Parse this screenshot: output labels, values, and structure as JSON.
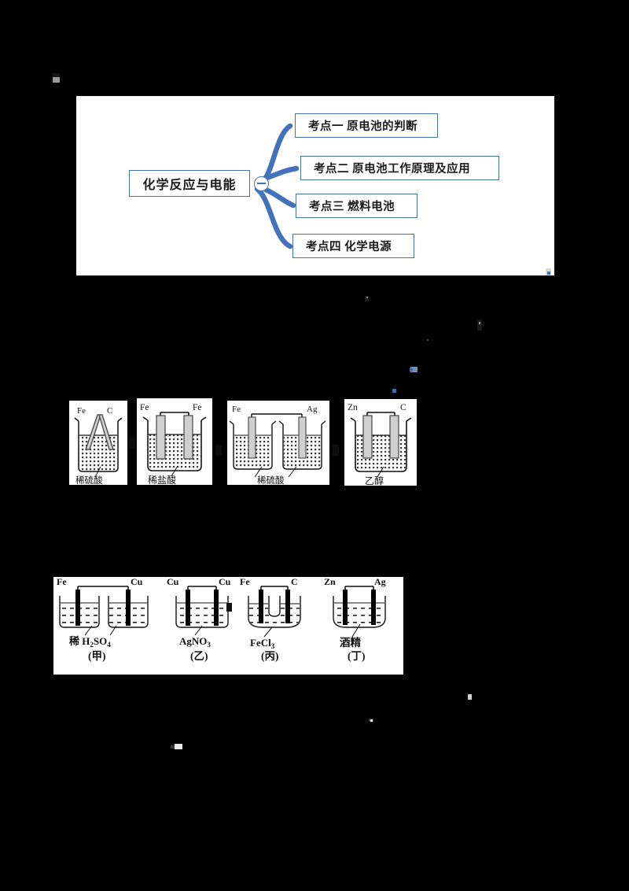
{
  "page": {
    "background_color": "#000000",
    "panel_color": "#ffffff",
    "accent_color": "#4472b8"
  },
  "mindmap": {
    "central": {
      "label": "化学反应与电能",
      "collapse_icon": "minus-circle-icon"
    },
    "children": [
      {
        "label": "考点一  原电池的判断"
      },
      {
        "label": "考点二  原电池工作原理及应用"
      },
      {
        "label": "考点三  燃料电池"
      },
      {
        "label": "考点四  化学电源"
      }
    ]
  },
  "figure_set_1": {
    "cells": [
      {
        "id": "A",
        "style": "single-beaker-v-electrodes",
        "left_electrode": "Fe",
        "right_electrode": "C",
        "solution": "稀硫酸"
      },
      {
        "id": "B",
        "style": "single-beaker-connected",
        "left_electrode": "Fe",
        "right_electrode": "Fe",
        "solution": "稀盐酸"
      },
      {
        "id": "C",
        "style": "two-separate-beakers",
        "left_electrode": "Fe",
        "right_electrode": "Ag",
        "solution": "稀硫酸"
      },
      {
        "id": "D",
        "style": "single-beaker-connected",
        "left_electrode": "Zn",
        "right_electrode": "C",
        "solution": "乙醇"
      }
    ]
  },
  "figure_set_2": {
    "cells": [
      {
        "id": "甲",
        "style": "two-separate-beakers",
        "left_electrode": "Fe",
        "right_electrode": "Cu",
        "solution": "稀 H2SO4",
        "solution_parts": {
          "prefix": "稀 H",
          "sub1": "2",
          "mid": "SO",
          "sub2": "4"
        },
        "caption": "(甲)"
      },
      {
        "id": "乙",
        "style": "single-beaker-connected",
        "left_electrode": "Cu",
        "right_electrode": "Cu",
        "solution": "AgNO3",
        "solution_parts": {
          "prefix": "AgNO",
          "sub1": "3"
        },
        "caption": "(乙)"
      },
      {
        "id": "丙",
        "style": "u-tube",
        "left_electrode": "Fe",
        "right_electrode": "C",
        "solution": "FeCl3",
        "solution_parts": {
          "prefix": "FeCl",
          "sub1": "3"
        },
        "caption": "(丙)"
      },
      {
        "id": "丁",
        "style": "single-beaker-connected",
        "left_electrode": "Zn",
        "right_electrode": "Ag",
        "solution": "酒精",
        "caption": "(丁)"
      }
    ]
  }
}
